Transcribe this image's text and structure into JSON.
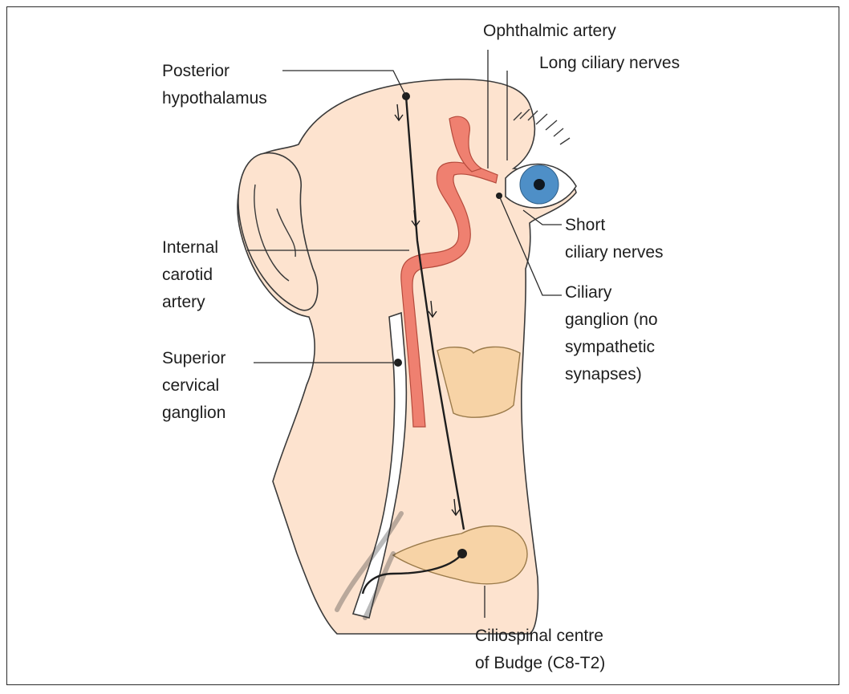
{
  "labels": {
    "posterior_hypothalamus": [
      "Posterior",
      "hypothalamus"
    ],
    "ophthalmic_artery": [
      "Ophthalmic artery"
    ],
    "long_ciliary_nerves": [
      "Long ciliary nerves"
    ],
    "internal_carotid_artery": [
      "Internal",
      "carotid",
      "artery"
    ],
    "short_ciliary_nerves": [
      "Short",
      "ciliary nerves"
    ],
    "ciliary_ganglion": [
      "Ciliary",
      "ganglion (no",
      "sympathetic",
      "synapses)"
    ],
    "superior_cervical_ganglion": [
      "Superior",
      "cervical",
      "ganglion"
    ],
    "ciliospinal_centre": [
      "Ciliospinal centre",
      "of Budge (C8-T2)"
    ]
  },
  "colors": {
    "skin": "#fde3cf",
    "artery": "#ef8070",
    "artery_outline": "#b54a3c",
    "vertebra": "#f7d3a6",
    "vertebra_outline": "#9a7a4a",
    "iris": "#4e8fc7",
    "nerve": "#1e1e1e",
    "frame": "#2b2b2b"
  }
}
